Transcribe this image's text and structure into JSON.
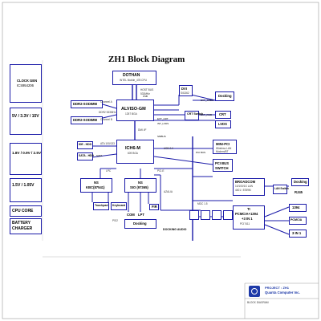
{
  "title": "ZH1 Block Diagram",
  "cpu": {
    "name": "DOTHAN",
    "sub": "INTEL Mobile_478 CPU"
  },
  "host_bus": {
    "label": "HOST BUS",
    "speed": "533MHz"
  },
  "nb": {
    "name": "ALVISO-GM",
    "sub": "1257 BGA"
  },
  "sb": {
    "name": "ICH6-M",
    "sub": "609 BGA"
  },
  "dvi": {
    "name": "DVI",
    "sub": "Sil1362"
  },
  "docking_top": "Docking",
  "crt_switch": "CRT Switch",
  "crt": "CRT",
  "lvds": "LVDS",
  "ddr_a": "DDR2-SODIMM",
  "ddr_b": "DDR2-SODIMM",
  "ddr_speed": "DDR2 533MHz",
  "ch_a": "Channel A",
  "ch_b": "Channel B",
  "dmi": "DMI I/F",
  "ide": "IDE - HDD",
  "sata": "SATA - HDD",
  "ata": "ATA 100/133",
  "minipci": {
    "name": "MINI-PCI",
    "sub1": "Wireless LAN",
    "sub2": "Modem/BT"
  },
  "pcibus": {
    "name": "PCI BUS",
    "sub": "SWITCH"
  },
  "ns": {
    "name": "NS",
    "sub": "KBC(87541)"
  },
  "sio": {
    "name": "NS",
    "sub": "SIO (97365)"
  },
  "touchpad": "Touchpad",
  "keyboard": "Keyboard",
  "fir": "FIR",
  "com": "COM",
  "lpt": "LPT",
  "docking_mid": "Docking",
  "docking_audio": "DOCKING AUDIO",
  "ps2": "PS/2",
  "lpc": "LPC",
  "pcie": "PCI-E",
  "azalia": "AZALIA",
  "usb": "USB 2.0",
  "lan": {
    "name": "BROADCOM",
    "sub1": "10/100/1G LAN",
    "sub2": "4401 / 5789M"
  },
  "lan_switch": "LAN Switch",
  "rj45": "RJ45",
  "docking_right": "Docking",
  "ti": {
    "name": "TI",
    "sub1": "PCMCIA+1394",
    "sub2": "+3 IN 1",
    "sub3": "PCI7411"
  },
  "p1394": "1394",
  "pcmcia": "PCMCIA",
  "r3in1": "3 IN 1",
  "codec": "MDC 1.5",
  "left": {
    "clock": {
      "name": "CLOCK GEN",
      "sub": "ICS954206"
    },
    "pwr1": "5V / 3.3V / 15V",
    "pwr2": "1.8V / 0.9V / 2.5V",
    "pwr3": "1.5V / 1.05V",
    "cpucore": "CPU CORE",
    "battery": "BATTERY",
    "charger": "CHARGER"
  },
  "signals": [
    "EXT_TMDS",
    "EXT_RGB",
    "EXT_CRT",
    "INT_LVDS",
    "PCI BUS",
    "SATA",
    "FSB",
    "SMBUS"
  ],
  "footer": {
    "project": "PROJECT : ZH1",
    "company": "Quanta Computer Inc.",
    "doc": "BLOCK DIAGRAM"
  }
}
